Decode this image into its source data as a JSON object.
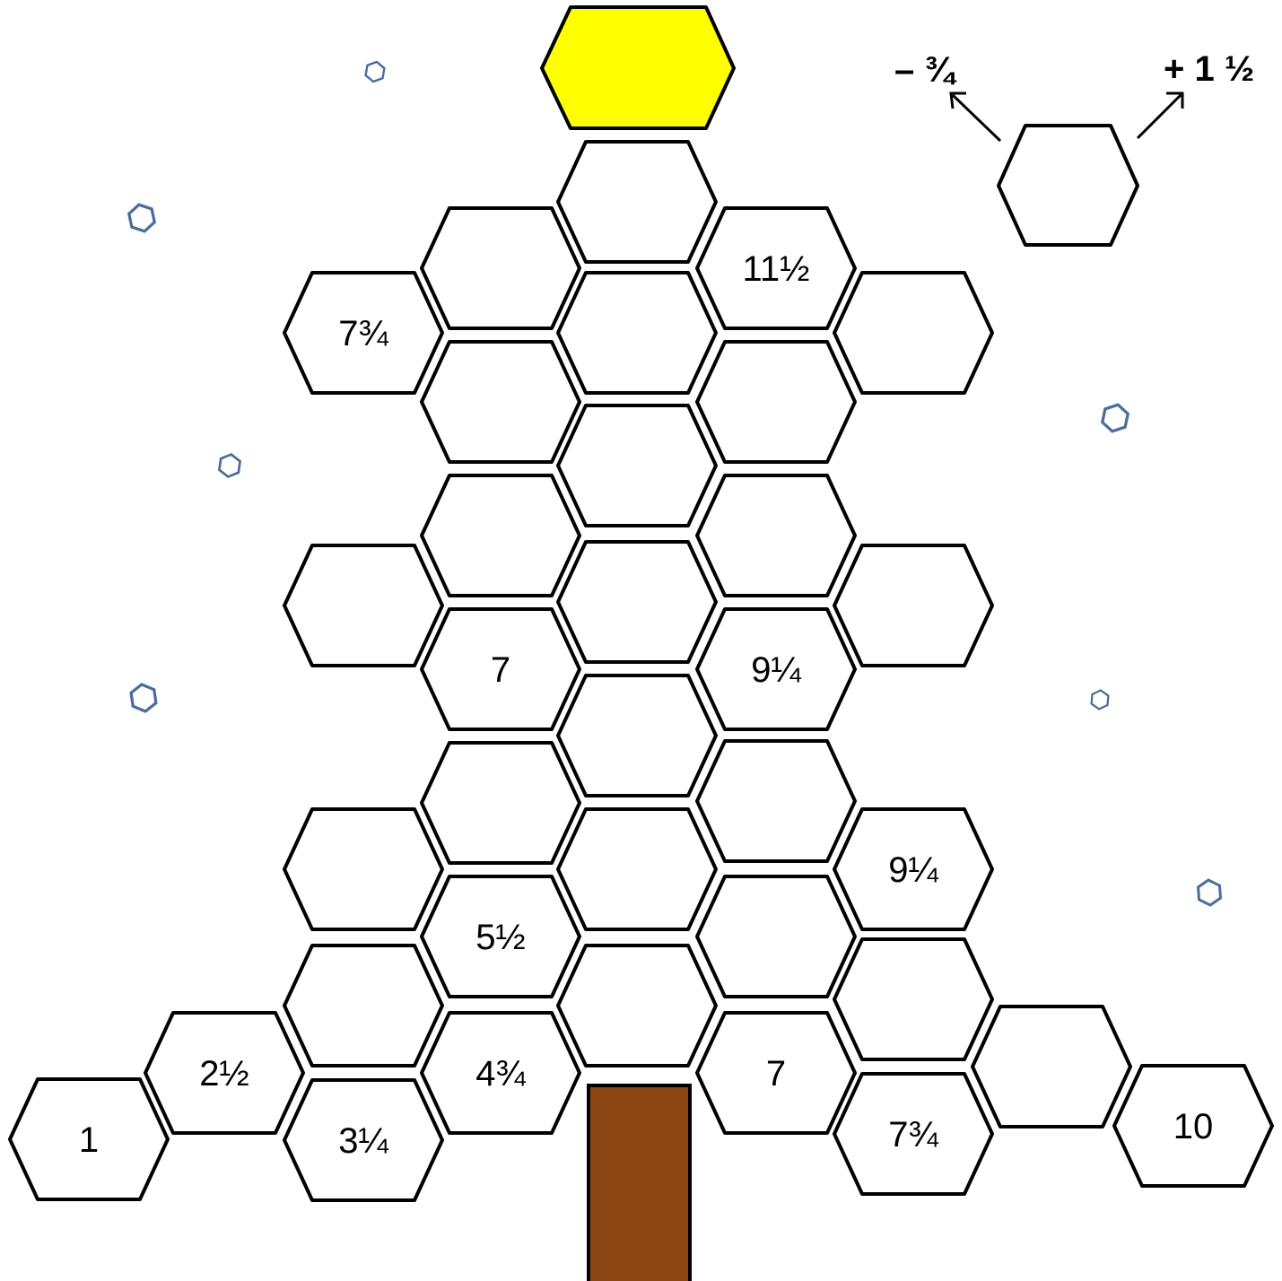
{
  "rule": {
    "left_label": "– ¾",
    "right_label": "+ 1 ½"
  },
  "colors": {
    "star": "#ffff00",
    "trunk": "#8b4513",
    "snowflake": "#4a6d9c",
    "outline": "#000000"
  },
  "hexagons": {
    "h3": "11½",
    "h4": "7¾",
    "h18": "7",
    "h19": "9¼",
    "h24": "9¼",
    "h26": "5½",
    "h33": "2½",
    "h34": "4¾",
    "h35": "7",
    "h37": "1",
    "h38": "3¼",
    "h39": "7¾",
    "h40": "10"
  }
}
